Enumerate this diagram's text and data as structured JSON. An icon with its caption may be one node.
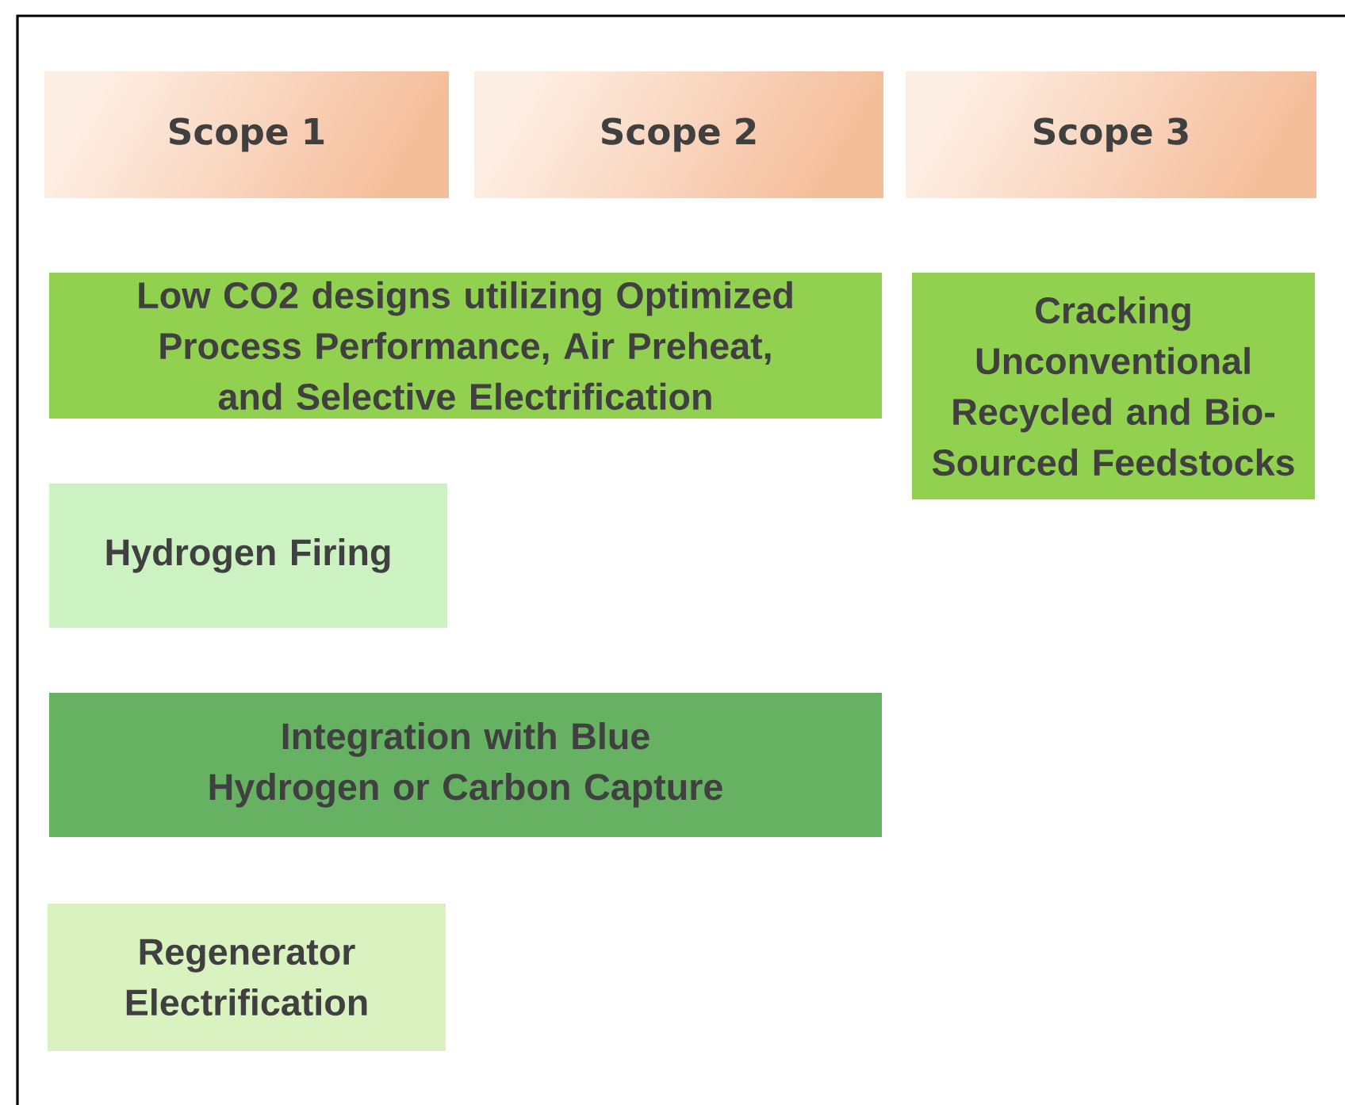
{
  "diagram": {
    "nodes": [
      {
        "text": [
          "Scope 1"
        ]
      },
      {
        "text": [
          "Scope 2"
        ]
      },
      {
        "text": [
          "Scope 3"
        ]
      },
      {
        "text": [
          "Low CO2 designs utilizing Optimized Process Performance, Air Preheat, and Selective Electrification"
        ]
      },
      {
        "text": [
          "Cracking Unconventional Recycled and Bio-Sourced Feedstocks"
        ]
      },
      {
        "text": [
          "Hydrogen Firing"
        ]
      },
      {
        "text": [
          "Integration with Blue Hydrogen or Carbon Capture"
        ]
      },
      {
        "text": [
          "Regenerator Electrification"
        ]
      }
    ]
  }
}
